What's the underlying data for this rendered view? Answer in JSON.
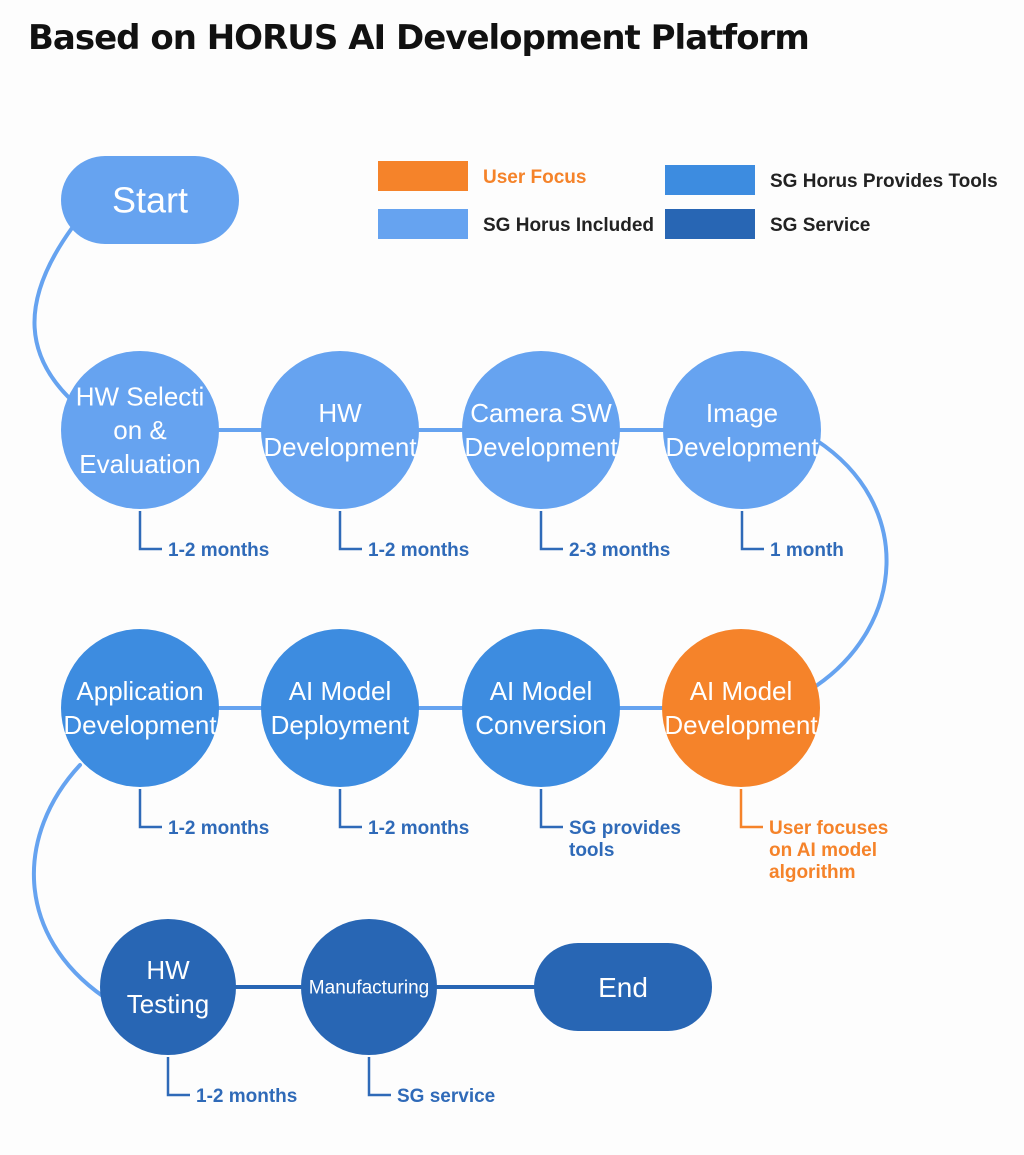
{
  "title": "Based on HORUS AI Development Platform",
  "colors": {
    "user_focus": "#f5832a",
    "included": "#66a3f0",
    "provides_tools": "#3d8ce0",
    "service": "#2866b4",
    "duration_text": "#2f6ab8",
    "user_text": "#f5832a",
    "connector": "#66a3f0",
    "connector_dark": "#2866b4"
  },
  "legend": [
    {
      "id": "user-focus",
      "label": "User Focus",
      "category": "user_focus"
    },
    {
      "id": "sg-horus-provides-tools",
      "label": "SG Horus Provides Tools",
      "category": "provides_tools"
    },
    {
      "id": "sg-horus-included",
      "label": "SG Horus Included",
      "category": "included"
    },
    {
      "id": "sg-service",
      "label": "SG Service",
      "category": "service"
    }
  ],
  "nodes": [
    {
      "id": "start",
      "shape": "pill",
      "lines": [
        "Start"
      ],
      "category": "included",
      "font": 36
    },
    {
      "id": "hw-selection",
      "shape": "circle",
      "lines": [
        "HW Selecti",
        "on &",
        "Evaluation"
      ],
      "category": "included",
      "font": 26,
      "duration": [
        "1-2 months"
      ]
    },
    {
      "id": "hw-development",
      "shape": "circle",
      "lines": [
        "HW",
        "Development"
      ],
      "category": "included",
      "font": 26,
      "duration": [
        "1-2 months"
      ]
    },
    {
      "id": "camera-sw-development",
      "shape": "circle",
      "lines": [
        "Camera SW",
        "Development"
      ],
      "category": "included",
      "font": 26,
      "duration": [
        "2-3 months"
      ]
    },
    {
      "id": "image-development",
      "shape": "circle",
      "lines": [
        "Image",
        "Development"
      ],
      "category": "included",
      "font": 26,
      "duration": [
        "1 month"
      ]
    },
    {
      "id": "ai-model-development",
      "shape": "circle",
      "lines": [
        "AI Model",
        "Development"
      ],
      "category": "user_focus",
      "font": 26,
      "duration": [
        "User focuses",
        "on AI model",
        "algorithm"
      ],
      "duration_color": "user_text"
    },
    {
      "id": "ai-model-conversion",
      "shape": "circle",
      "lines": [
        "AI Model",
        "Conversion"
      ],
      "category": "provides_tools",
      "font": 26,
      "duration": [
        "SG provides",
        "tools"
      ]
    },
    {
      "id": "ai-model-deployment",
      "shape": "circle",
      "lines": [
        "AI Model",
        "Deployment"
      ],
      "category": "provides_tools",
      "font": 26,
      "duration": [
        "1-2 months"
      ]
    },
    {
      "id": "application-development",
      "shape": "circle",
      "lines": [
        "Application",
        "Development"
      ],
      "category": "provides_tools",
      "font": 26,
      "duration": [
        "1-2 months"
      ]
    },
    {
      "id": "hw-testing",
      "shape": "circle",
      "lines": [
        "HW",
        "Testing"
      ],
      "category": "service",
      "font": 26,
      "duration": [
        "1-2 months"
      ]
    },
    {
      "id": "manufacturing",
      "shape": "circle",
      "lines": [
        "Manufacturing"
      ],
      "category": "service",
      "font": 19,
      "duration": [
        "SG service"
      ]
    },
    {
      "id": "end",
      "shape": "pill",
      "lines": [
        "End"
      ],
      "category": "service",
      "font": 28
    }
  ]
}
